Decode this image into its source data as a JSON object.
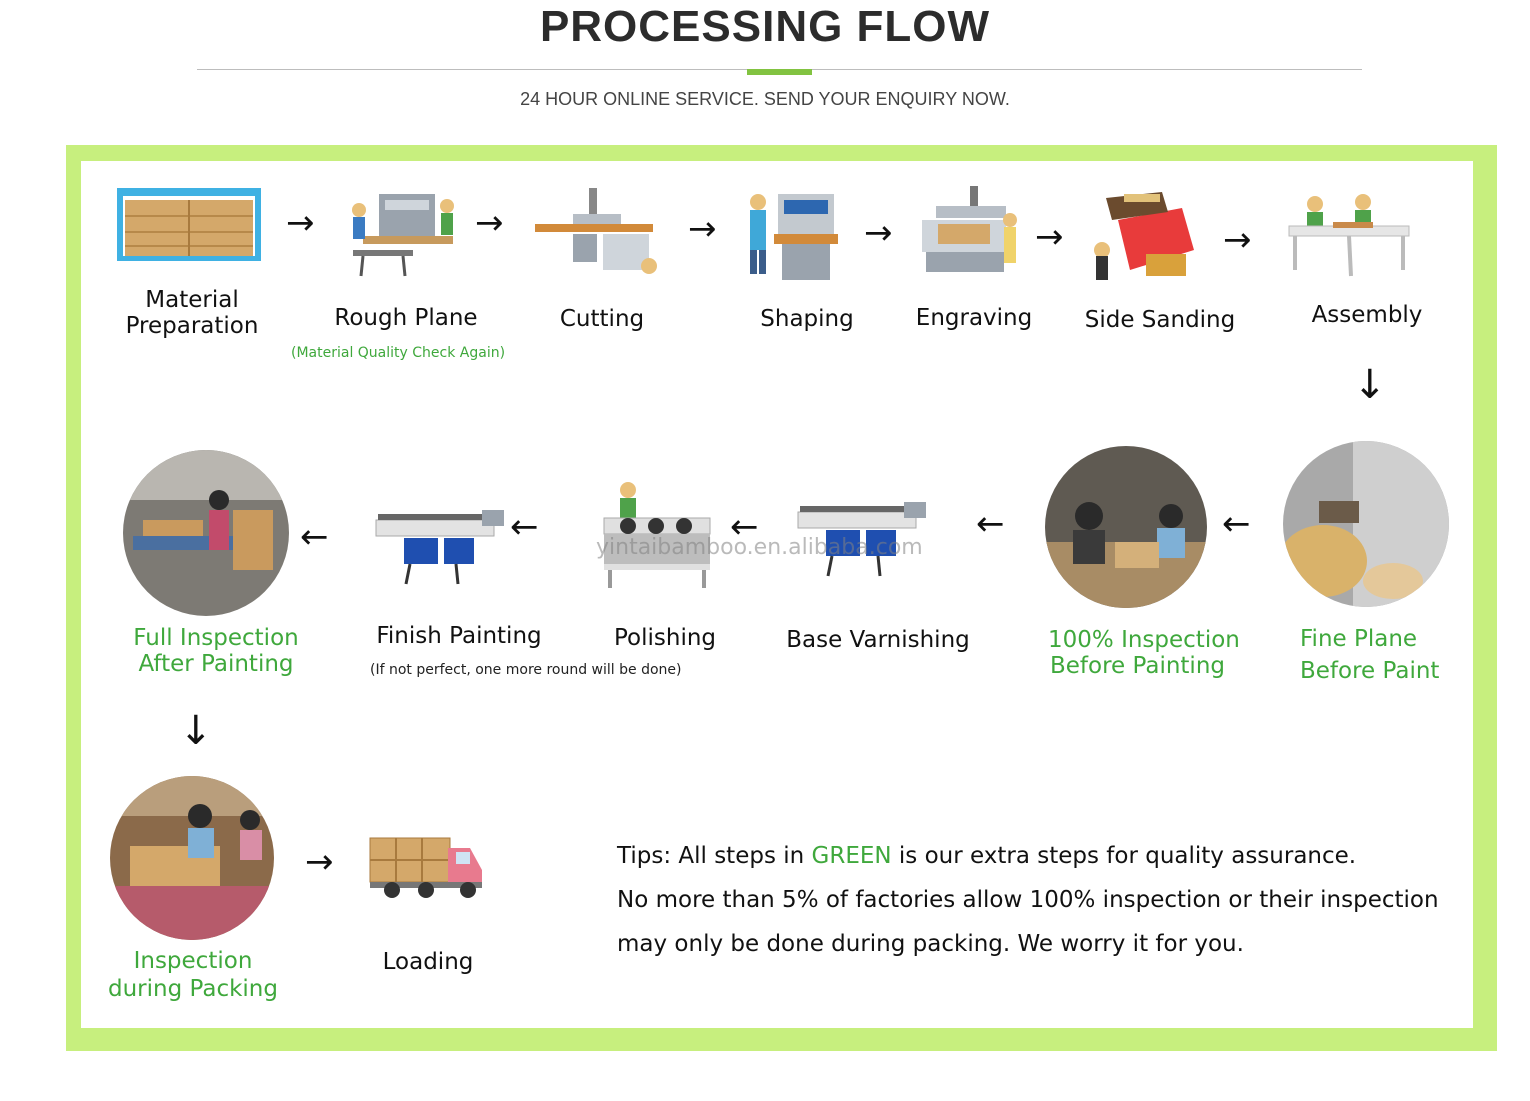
{
  "header": {
    "title": "PROCESSING FLOW",
    "subtitle": "24 HOUR ONLINE SERVICE. SEND YOUR ENQUIRY NOW.",
    "accent_color": "#82c341"
  },
  "frame_color": "#c7ef7e",
  "green_text_color": "#3fa83c",
  "steps": [
    {
      "line1": "Material",
      "line2": "Preparation",
      "green": false
    },
    {
      "line1": "Rough Plane",
      "line2": "",
      "green": false,
      "note": "(Material Quality Check Again)"
    },
    {
      "line1": "Cutting",
      "line2": "",
      "green": false
    },
    {
      "line1": "Shaping",
      "line2": "",
      "green": false
    },
    {
      "line1": "Engraving",
      "line2": "",
      "green": false
    },
    {
      "line1": "Side Sanding",
      "line2": "",
      "green": false
    },
    {
      "line1": "Assembly",
      "line2": "",
      "green": false
    },
    {
      "line1": "Fine Plane",
      "line2": "Before Paint",
      "green": true
    },
    {
      "line1": "100% Inspection",
      "line2": "Before Painting",
      "green": true
    },
    {
      "line1": "Base Varnishing",
      "line2": "",
      "green": false
    },
    {
      "line1": "Polishing",
      "line2": "",
      "green": false
    },
    {
      "line1": "Finish Painting",
      "line2": "",
      "green": false,
      "note": "(If not perfect, one more round will be done)"
    },
    {
      "line1": "Full Inspection",
      "line2": "After Painting",
      "green": true
    },
    {
      "line1": "Inspection",
      "line2": "during Packing",
      "green": true
    },
    {
      "line1": "Loading",
      "line2": "",
      "green": false
    }
  ],
  "arrows": {
    "right": "→",
    "left": "←",
    "down": "↓"
  },
  "tips": {
    "prefix": "Tips: All steps in ",
    "highlight": "GREEN",
    "suffix": " is our extra steps for quality assurance.",
    "line2": "No more than 5% of factories allow 100% inspection or their inspection",
    "line3": "may only be done during packing. We worry it for you."
  },
  "watermark": "yintaibamboo.en.alibaba.com"
}
